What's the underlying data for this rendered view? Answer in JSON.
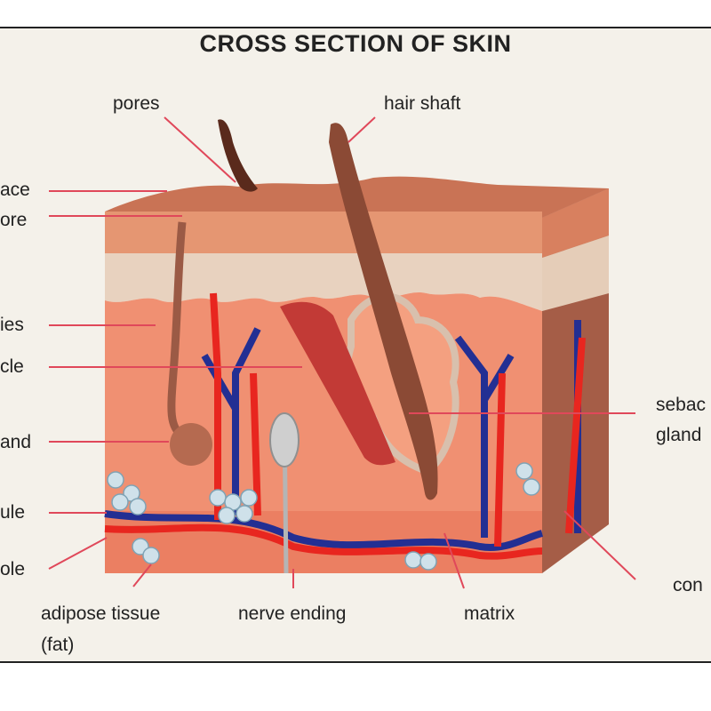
{
  "title": "CROSS SECTION OF SKIN",
  "labels": {
    "pores": "pores",
    "hair_shaft": "hair shaft",
    "surface": "ace",
    "pore": "ore",
    "capillaries": "ies",
    "muscle": "cle",
    "gland": "and",
    "lobule": "ule",
    "vessel": "ole",
    "sebaceous_line1": "sebac",
    "sebaceous_line2": "gland",
    "connective": "con",
    "adipose_line1": "adipose tissue",
    "adipose_line2": "(fat)",
    "nerve_ending": "nerve ending",
    "matrix": "matrix"
  },
  "colors": {
    "surface": "#c97355",
    "epidermis": "#e59672",
    "dermis_layer": "#e8d2bf",
    "dermis": "#f09072",
    "side_face": "#a55d47",
    "artery": "#e8261f",
    "vein": "#232f93",
    "hair": "#8b4a35",
    "pointer": "#e0485a"
  }
}
